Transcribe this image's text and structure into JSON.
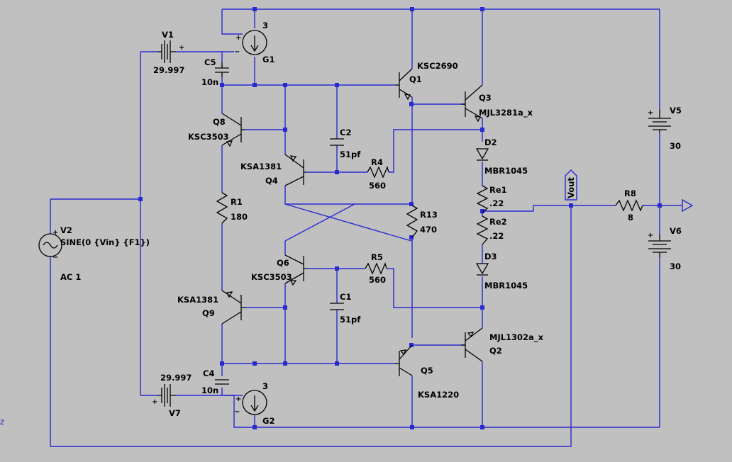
{
  "labels": {
    "v1_name": "V1",
    "v1_value": "29.997",
    "v7_name": "V7",
    "v7_value": "29.997",
    "g1_name": "G1",
    "g1_value": "3",
    "g2_name": "G2",
    "g2_value": "3",
    "c5_name": "C5",
    "c5_value": "10n",
    "c4_name": "C4",
    "c4_value": "10n",
    "c2_name": "C2",
    "c2_value": "51pf",
    "c1_name": "C1",
    "c1_value": "51pf",
    "q1_name": "Q1",
    "q1_model": "KSC2690",
    "q3_name": "Q3",
    "q3_model": "MJL3281a_x",
    "q8_name": "Q8",
    "q8_model": "KSC3503",
    "q4_name": "Q4",
    "q4_model": "KSA1381",
    "q6_name": "Q6",
    "q6_model": "KSC3503",
    "q9_name": "Q9",
    "q9_model": "KSA1381",
    "q5_name": "Q5",
    "q5_model": "KSA1220",
    "q2_name": "Q2",
    "q2_model": "MJL1302a_x",
    "r1_name": "R1",
    "r1_value": "180",
    "r4_name": "R4",
    "r4_value": "560",
    "r5_name": "R5",
    "r5_value": "560",
    "r13_name": "R13",
    "r13_value": "470",
    "re1_name": "Re1",
    "re1_value": ".22",
    "re2_name": "Re2",
    "re2_value": ".22",
    "r8_name": "R8",
    "r8_value": "8",
    "d2_name": "D2",
    "d2_model": "MBR1045",
    "d3_name": "D3",
    "d3_model": "MBR1045",
    "v5_name": "V5",
    "v5_value": "30",
    "v6_name": "V6",
    "v6_value": "30",
    "v2_name": "V2",
    "v2_value": "SINE(0 {Vin} {F1})",
    "v2_ac": "AC 1",
    "vout_label": "Vout",
    "edge_label": "z",
    "plus": "+",
    "minus": "−"
  },
  "colors": {
    "wire": "#2a2ad2",
    "component": "#000000",
    "background": "#c0c0c0"
  }
}
